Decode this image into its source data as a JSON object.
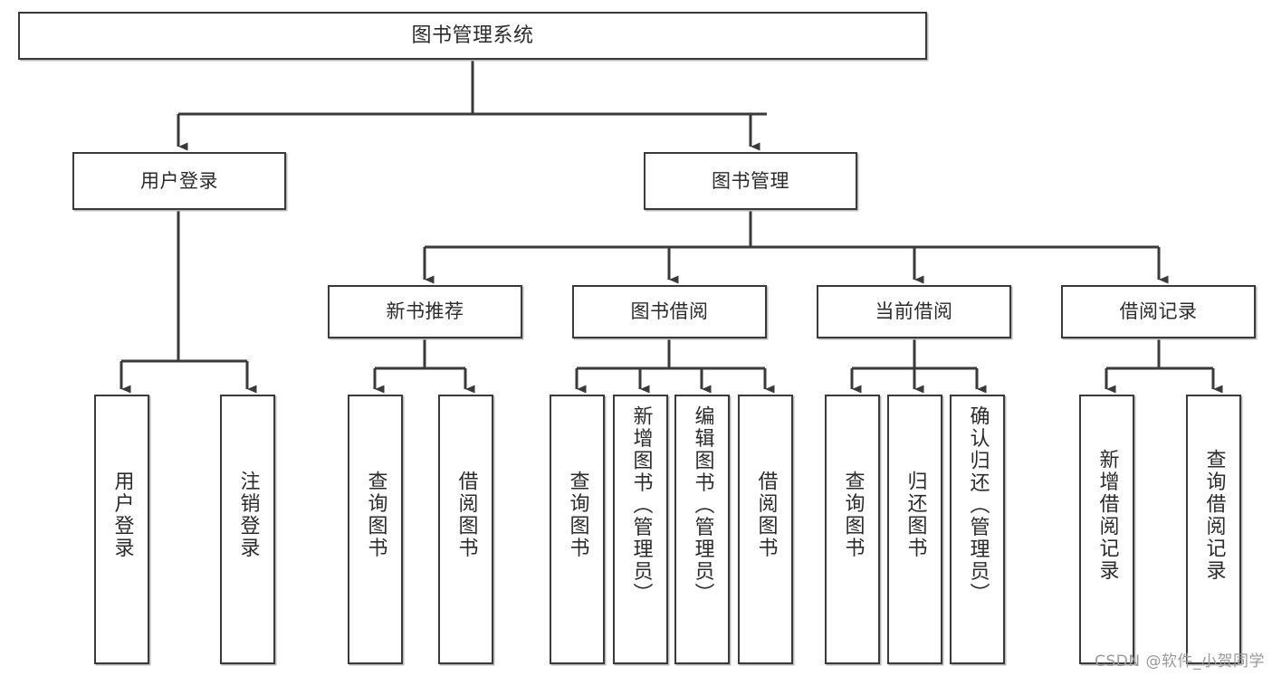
{
  "diagram": {
    "title": "图书管理系统",
    "type": "tree",
    "orientation": "top-down",
    "watermark": "CSDN @软件_小贺同学",
    "colors": {
      "node_border": "#3a3a3a",
      "node_fill": "#ffffff",
      "edge": "#3a3a3a",
      "text": "#2b2b2b",
      "watermark": "#9a9a9a",
      "background": "#ffffff"
    },
    "levels": [
      {
        "level": 1,
        "nodes": [
          {
            "id": "root",
            "label": "图书管理系统"
          }
        ]
      },
      {
        "level": 2,
        "nodes": [
          {
            "id": "login",
            "label": "用户登录"
          },
          {
            "id": "bookmgmt",
            "label": "图书管理"
          }
        ]
      },
      {
        "level": 3,
        "nodes": [
          {
            "id": "newbook",
            "label": "新书推荐"
          },
          {
            "id": "borrow",
            "label": "图书借阅"
          },
          {
            "id": "current",
            "label": "当前借阅"
          },
          {
            "id": "records",
            "label": "借阅记录"
          }
        ]
      },
      {
        "level": 4,
        "nodes": [
          {
            "id": "leaf1",
            "label": "用户登录"
          },
          {
            "id": "leaf2",
            "label": "注销登录"
          },
          {
            "id": "leaf3",
            "label": "查询图书"
          },
          {
            "id": "leaf4",
            "label": "借阅图书"
          },
          {
            "id": "leaf5",
            "label": "查询图书"
          },
          {
            "id": "leaf6",
            "label": "新增图书（管理员）"
          },
          {
            "id": "leaf7",
            "label": "编辑图书（管理员）"
          },
          {
            "id": "leaf8",
            "label": "借阅图书"
          },
          {
            "id": "leaf9",
            "label": "查询图书"
          },
          {
            "id": "leaf10",
            "label": "归还图书"
          },
          {
            "id": "leaf11",
            "label": "确认归还（管理员）"
          },
          {
            "id": "leaf12",
            "label": "新增借阅记录"
          },
          {
            "id": "leaf13",
            "label": "查询借阅记录"
          }
        ]
      }
    ],
    "edges": [
      {
        "from": "root",
        "to": "login"
      },
      {
        "from": "root",
        "to": "bookmgmt"
      },
      {
        "from": "login",
        "to": "leaf1"
      },
      {
        "from": "login",
        "to": "leaf2"
      },
      {
        "from": "bookmgmt",
        "to": "newbook"
      },
      {
        "from": "bookmgmt",
        "to": "borrow"
      },
      {
        "from": "bookmgmt",
        "to": "current"
      },
      {
        "from": "bookmgmt",
        "to": "records"
      },
      {
        "from": "newbook",
        "to": "leaf3"
      },
      {
        "from": "newbook",
        "to": "leaf4"
      },
      {
        "from": "borrow",
        "to": "leaf5"
      },
      {
        "from": "borrow",
        "to": "leaf6"
      },
      {
        "from": "borrow",
        "to": "leaf7"
      },
      {
        "from": "borrow",
        "to": "leaf8"
      },
      {
        "from": "current",
        "to": "leaf9"
      },
      {
        "from": "current",
        "to": "leaf10"
      },
      {
        "from": "current",
        "to": "leaf11"
      },
      {
        "from": "records",
        "to": "leaf12"
      },
      {
        "from": "records",
        "to": "leaf13"
      }
    ]
  }
}
